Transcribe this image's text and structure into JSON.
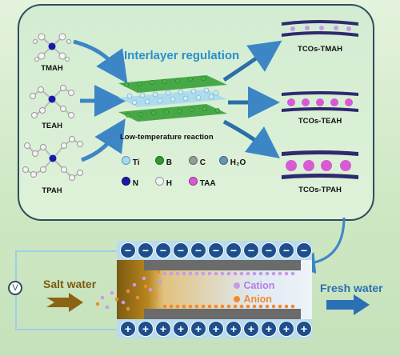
{
  "top": {
    "title": "Interlayer regulation",
    "molecules": [
      "TMAH",
      "TEAH",
      "TPAH"
    ],
    "reaction": "Low-temperature reaction",
    "products": [
      "TCOs-TMAH",
      "TCOs-TEAH",
      "TCOs-TPAH"
    ],
    "legend": [
      {
        "label": "Ti",
        "color": "#a9d9ee"
      },
      {
        "label": "B",
        "color": "#2f9a2f"
      },
      {
        "label": "C",
        "color": "#9a9a9a"
      },
      {
        "label": "H₂O",
        "color": "#6a92b3"
      },
      {
        "label": "N",
        "color": "#1a1aa8"
      },
      {
        "label": "H",
        "color": "#f2f2f2"
      },
      {
        "label": "TAA",
        "color": "#d85bd3"
      }
    ]
  },
  "bottom": {
    "salt_water": "Salt water",
    "fresh_water": "Fresh water",
    "cation": "Cation",
    "anion": "Anion",
    "minus_sign": "−",
    "plus_sign": "+",
    "cation_color": "#b67ce6",
    "anion_color": "#f38a2e",
    "salt_color": "#7b5a12",
    "fresh_color": "#2b6fb5"
  }
}
